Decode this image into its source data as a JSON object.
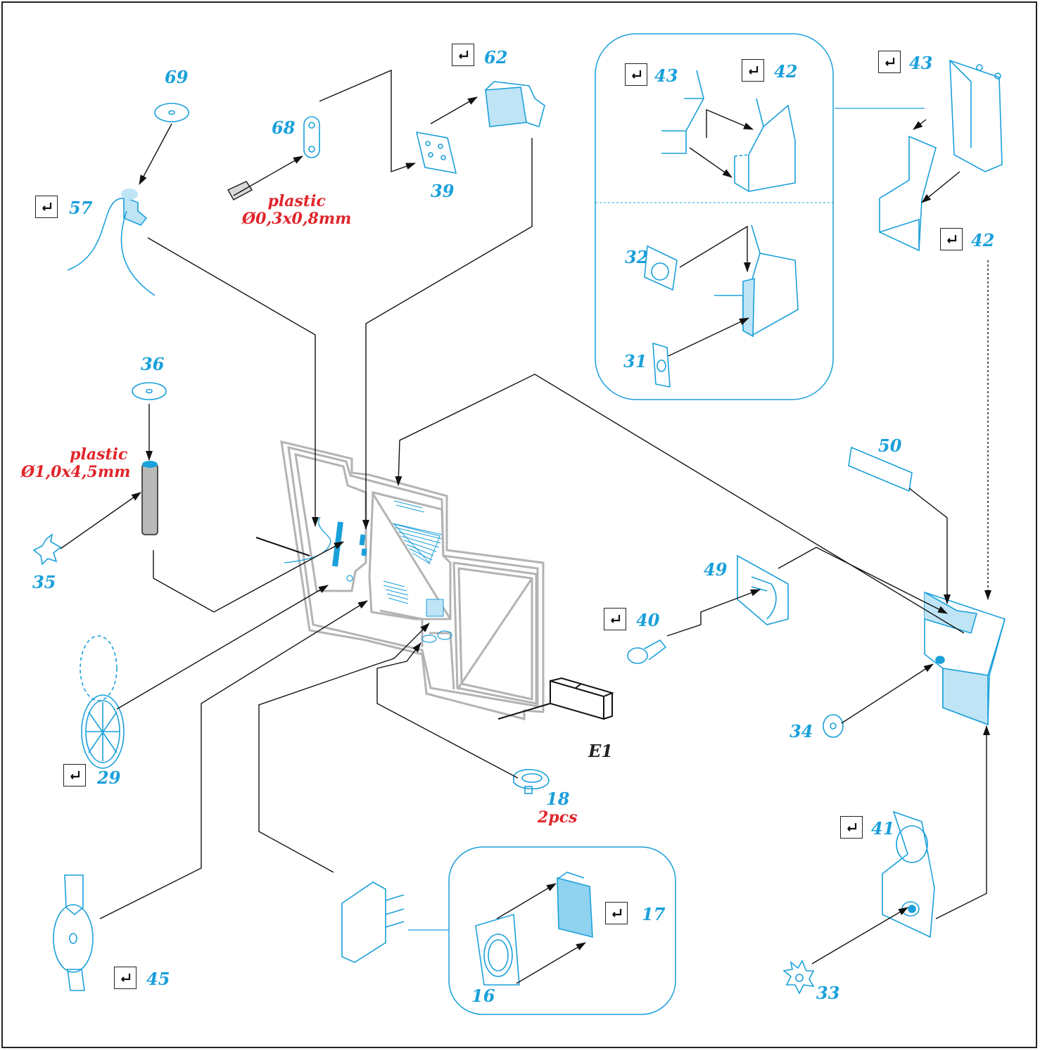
{
  "colors": {
    "part_blue": "#1aa0da",
    "part_fill": "#bfe4f6",
    "frame_grey": "#b3b3b3",
    "note_red": "#e0252b",
    "line": "#222222"
  },
  "icons": {
    "bend": "bend-arrow-icon"
  },
  "parts": {
    "p69": "69",
    "p68": "68",
    "p39": "39",
    "p62": "62",
    "p57": "57",
    "p43a": "43",
    "p42a": "42",
    "p43b": "43",
    "p42b": "42",
    "p32": "32",
    "p31": "31",
    "p36": "36",
    "p35": "35",
    "p50": "50",
    "p49": "49",
    "p40": "40",
    "p34": "34",
    "p29": "29",
    "p18": "18",
    "p41": "41",
    "p45": "45",
    "p17": "17",
    "p16": "16",
    "p33": "33",
    "e1": "E1"
  },
  "notes": {
    "plastic_top_1": "plastic",
    "plastic_top_2": "Ø0,3x0,8mm",
    "plastic_left_1": "plastic",
    "plastic_left_2": "Ø1,0x4,5mm",
    "qty_18": "2pcs"
  }
}
